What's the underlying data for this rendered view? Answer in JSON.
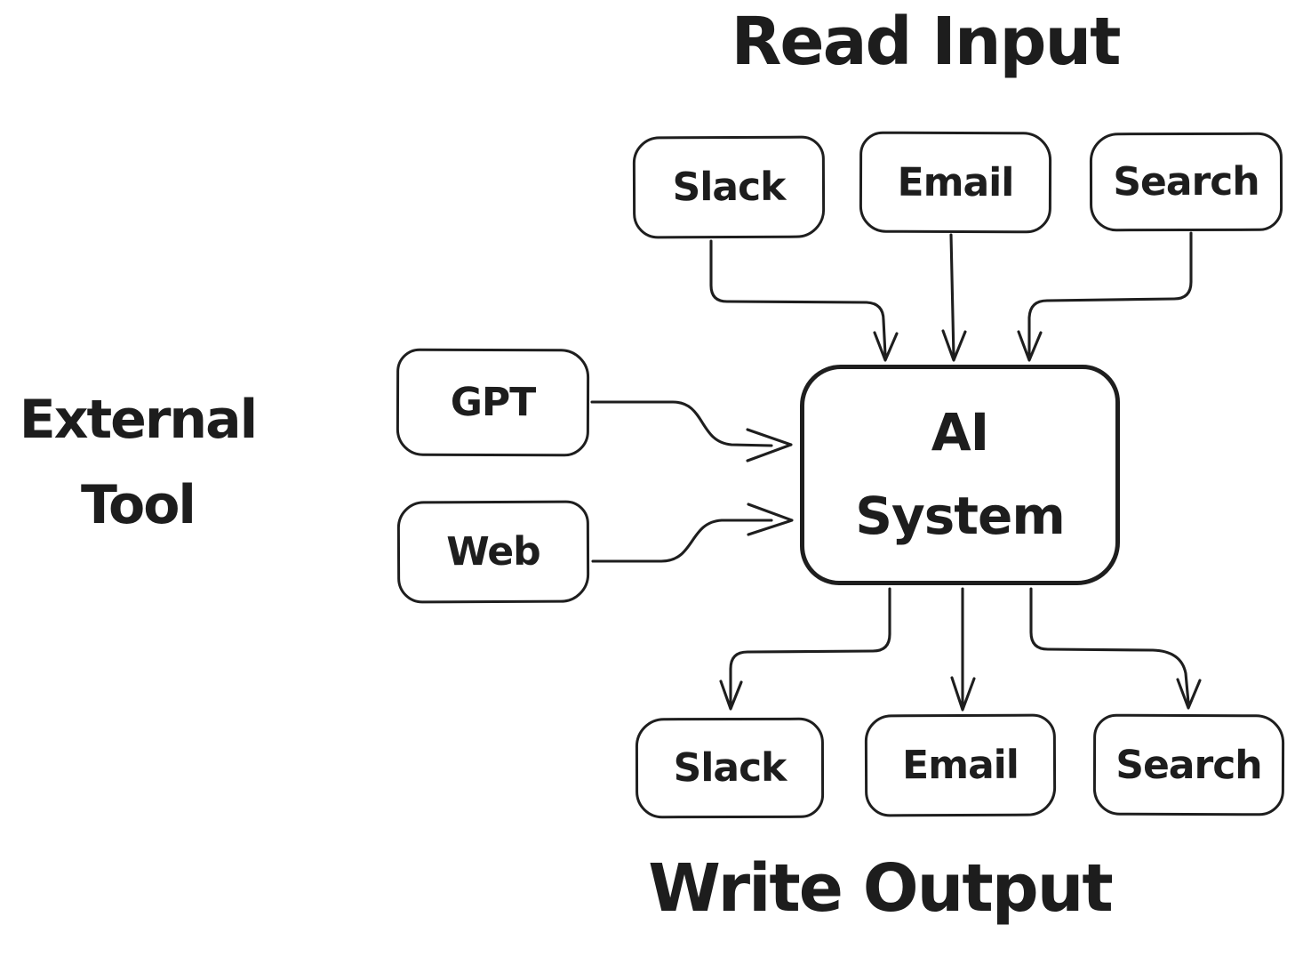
{
  "diagram": {
    "background": "#ffffff",
    "ink": "#1e1e1e",
    "titles": {
      "top": "Read Input",
      "bottom": "Write Output",
      "left_line1": "External",
      "left_line2": "Tool"
    },
    "nodes": {
      "center": {
        "line1": "AI",
        "line2": "System"
      },
      "inputs": [
        {
          "label": "Slack"
        },
        {
          "label": "Email"
        },
        {
          "label": "Search"
        }
      ],
      "external": [
        {
          "label": "GPT"
        },
        {
          "label": "Web"
        }
      ],
      "outputs": [
        {
          "label": "Slack"
        },
        {
          "label": "Email"
        },
        {
          "label": "Search"
        }
      ]
    },
    "edges": [
      {
        "from": "input-slack",
        "to": "ai-system"
      },
      {
        "from": "input-email",
        "to": "ai-system"
      },
      {
        "from": "input-search",
        "to": "ai-system"
      },
      {
        "from": "external-gpt",
        "to": "ai-system"
      },
      {
        "from": "external-web",
        "to": "ai-system"
      },
      {
        "from": "ai-system",
        "to": "output-slack"
      },
      {
        "from": "ai-system",
        "to": "output-email"
      },
      {
        "from": "ai-system",
        "to": "output-search"
      }
    ]
  }
}
